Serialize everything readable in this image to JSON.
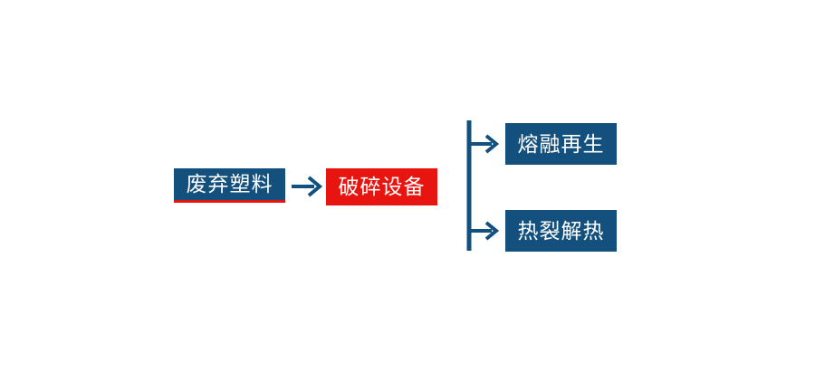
{
  "diagram": {
    "type": "process-flow",
    "orientation": "left-to-right",
    "background_color": "#FFFFFF",
    "colors": {
      "primary_navy": "#14507E",
      "accent_red": "#E8140F",
      "text_on_fill": "#FFFFFF",
      "connector": "#14507E"
    },
    "nodes": [
      {
        "id": "waste-plastic",
        "label": "废弃塑料",
        "fill": "#14507E",
        "text_color": "#FFFFFF",
        "underline_color": "#E8140F",
        "stage": 1
      },
      {
        "id": "crushing-equipment",
        "label": "破碎设备",
        "fill": "#E8140F",
        "text_color": "#FFFFFF",
        "underline_color": "",
        "stage": 2
      },
      {
        "id": "melt-regeneration",
        "label": "熔融再生",
        "fill": "#14507E",
        "text_color": "#FFFFFF",
        "underline_color": "",
        "stage": 3
      },
      {
        "id": "pyrolysis-heat",
        "label": "热裂解热",
        "fill": "#14507E",
        "text_color": "#FFFFFF",
        "underline_color": "",
        "stage": 3
      }
    ],
    "connectors": [
      {
        "id": "main-arrow",
        "from": "waste-plastic",
        "to": "crushing-equipment",
        "style": "single-arrow-right",
        "color": "#14507E"
      },
      {
        "id": "branch-split",
        "from": "crushing-equipment",
        "to": "melt-regeneration, pyrolysis-heat",
        "style": "vertical-trunk-two-branch-arrows",
        "color": "#14507E"
      }
    ]
  }
}
